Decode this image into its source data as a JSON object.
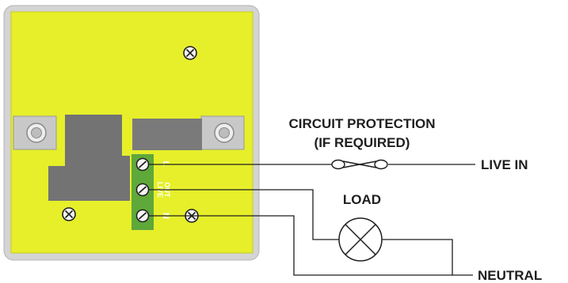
{
  "labels": {
    "circuit_protection_line1": "CIRCUIT PROTECTION",
    "circuit_protection_line2": "(IF REQUIRED)",
    "live_in": "LIVE IN",
    "load": "LOAD",
    "neutral": "NEUTRAL"
  },
  "terminal_labels": {
    "l": "L",
    "live_out_line1": "LIVE",
    "live_out_line2": "OUT",
    "n": "N"
  },
  "colors": {
    "plate_fill": "#e6ef2a",
    "plate_frame": "#d4d4d4",
    "component_gray": "#737373",
    "terminal_block": "#5fa83a",
    "wire": "#1e1e1e"
  }
}
